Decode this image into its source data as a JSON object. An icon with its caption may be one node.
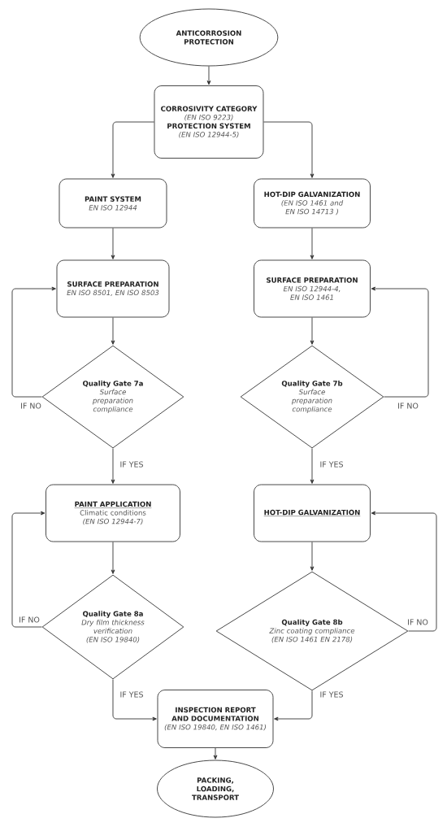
{
  "diagram": {
    "nodes": [
      {
        "text": [
          "ANTICORROSION PROTECTION"
        ]
      },
      {
        "text": [
          "CORROSIVITY CATEGORY",
          "(EN ISO 9223)",
          "PROTECTION SYSTEM",
          "(EN ISO 12944-5)"
        ]
      },
      {
        "text": [
          "PAINT SYSTEM",
          "EN ISO 12944"
        ]
      },
      {
        "text": [
          "HOT-DIP GALVANIZATION",
          "(EN ISO 1461 and EN ISO 14713 )"
        ]
      },
      {
        "text": [
          "SURFACE PREPARATION",
          "EN ISO 8501, EN ISO 8503"
        ]
      },
      {
        "text": [
          "SURFACE PREPARATION",
          "EN ISO 12944-4, EN ISO 1461"
        ]
      },
      {
        "text": [
          "Quality Gate 7a",
          "Surface preparation compliance"
        ]
      },
      {
        "text": [
          "Quality Gate 7b",
          "Surface preparation compliance"
        ]
      },
      {
        "text": [
          "PAINT APPLICATION",
          "Climatic conditions",
          "(EN ISO 12944-7)"
        ]
      },
      {
        "text": [
          "HOT-DIP GALVANIZATION"
        ]
      },
      {
        "text": [
          "Quality Gate 8a",
          "Dry film thickness verification",
          "(EN ISO 19840)"
        ]
      },
      {
        "text": [
          "Quality Gate 8b",
          "Zinc coating compliance",
          "(EN ISO 1461 EN 2178)"
        ]
      },
      {
        "text": [
          "INSPECTION REPORT AND DOCUMENTATION",
          "(EN ISO 19840, EN ISO 1461)"
        ]
      },
      {
        "text": [
          "PACKING, LOADING, TRANSPORT"
        ]
      }
    ],
    "edges": [
      {
        "from": 0,
        "to": 1,
        "arrow": "to"
      },
      {
        "from": 1,
        "to": 2,
        "arrow": "to"
      },
      {
        "from": 1,
        "to": 3,
        "arrow": "to"
      },
      {
        "from": 2,
        "to": 4,
        "arrow": "to"
      },
      {
        "from": 3,
        "to": 5,
        "arrow": "to"
      },
      {
        "from": 4,
        "to": 6,
        "arrow": "to"
      },
      {
        "from": 5,
        "to": 7,
        "arrow": "to"
      },
      {
        "from": 6,
        "to": 4,
        "arrow": "to",
        "label": "IF NO"
      },
      {
        "from": 7,
        "to": 5,
        "arrow": "to",
        "label": "IF NO"
      },
      {
        "from": 6,
        "to": 8,
        "arrow": "to",
        "label": "IF YES"
      },
      {
        "from": 7,
        "to": 9,
        "arrow": "to",
        "label": "IF YES"
      },
      {
        "from": 8,
        "to": 10,
        "arrow": "to"
      },
      {
        "from": 9,
        "to": 11,
        "arrow": "to"
      },
      {
        "from": 10,
        "to": 8,
        "arrow": "to",
        "label": "IF NO"
      },
      {
        "from": 11,
        "to": 9,
        "arrow": "to",
        "label": "IF NO"
      },
      {
        "from": 10,
        "to": 12,
        "arrow": "to",
        "label": "IF YES"
      },
      {
        "from": 11,
        "to": 12,
        "arrow": "to",
        "label": "IF YES"
      },
      {
        "from": 12,
        "to": 13,
        "arrow": "to"
      }
    ]
  }
}
